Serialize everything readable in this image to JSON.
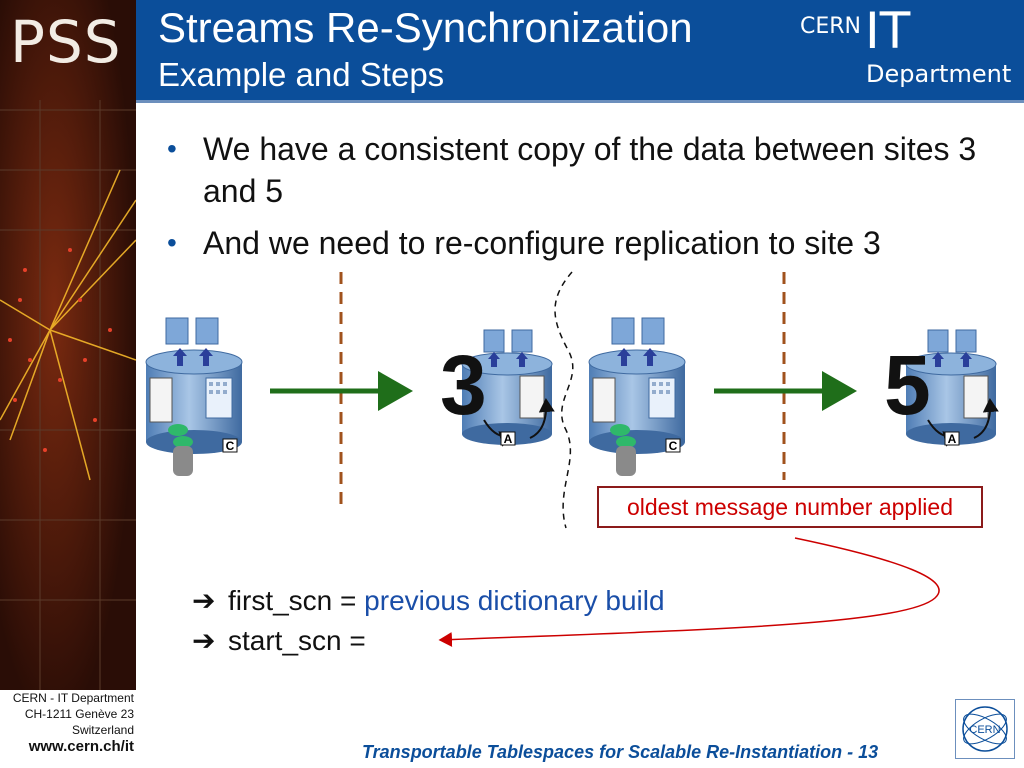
{
  "header": {
    "brand": "PSS",
    "title": "Streams Re-Synchronization",
    "subtitle": "Example and Steps",
    "logo": {
      "cern": "CERN",
      "it": "IT",
      "department": "Department"
    }
  },
  "bullets": [
    "We have a consistent copy of the data between sites 3 and 5",
    "And we need to re-configure replication to site 3"
  ],
  "diagram": {
    "site_a_number": "3",
    "site_b_number": "5",
    "capture_badge": "C",
    "apply_badge": "A",
    "callout": "oldest message number applied"
  },
  "steps": {
    "arrow": "➔",
    "first_label": "first_scn  =",
    "first_value": "previous dictionary build",
    "second_label": "start_scn ="
  },
  "footer": {
    "address_lines": [
      "CERN - IT Department",
      "CH-1211 Genève 23",
      "Switzerland"
    ],
    "url": "www.cern.ch/it",
    "slide_title": "Transportable Tablespaces for Scalable Re-Instantiation - 13"
  },
  "colors": {
    "header_blue": "#0b4e9a",
    "arrow_green": "#1f6e1a",
    "divider_brown": "#a0521d",
    "callout_red": "#cc0000"
  }
}
